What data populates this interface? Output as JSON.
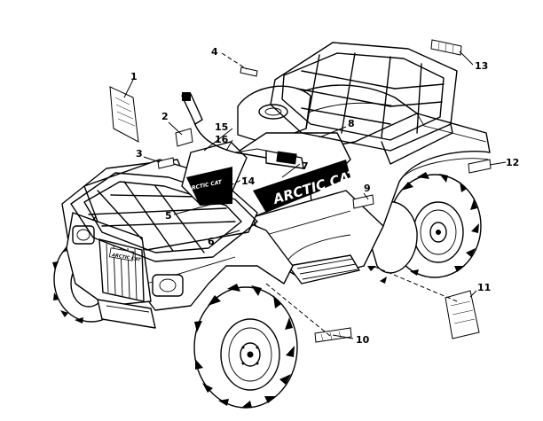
{
  "diagram": {
    "callouts": [
      {
        "number": "1"
      },
      {
        "number": "2"
      },
      {
        "number": "3"
      },
      {
        "number": "4"
      },
      {
        "number": "5"
      },
      {
        "number": "6"
      },
      {
        "number": "7"
      },
      {
        "number": "8"
      },
      {
        "number": "9"
      },
      {
        "number": "10"
      },
      {
        "number": "11"
      },
      {
        "number": "12"
      },
      {
        "number": "13"
      },
      {
        "number": "14"
      },
      {
        "number": "15"
      },
      {
        "number": "16"
      }
    ],
    "brand_logo_text": "ARCTIC CAT",
    "decal_fender_text": "ARCTIC CAT",
    "decal_hood_text": "ARCTIC CAT"
  }
}
